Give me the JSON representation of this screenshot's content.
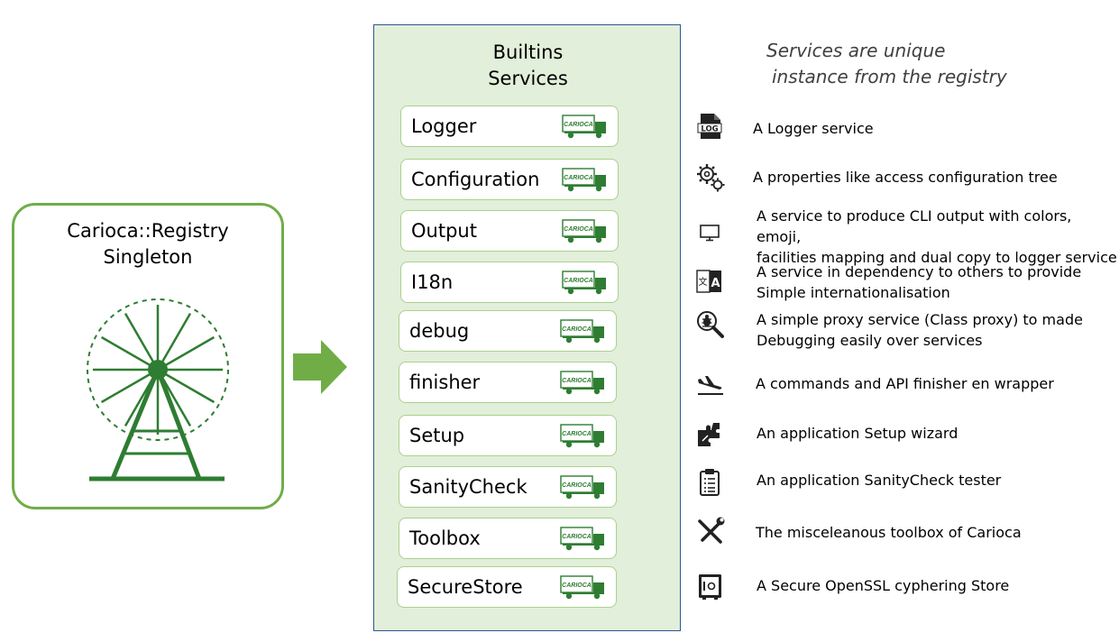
{
  "registry": {
    "title_line1": "Carioca::Registry",
    "title_line2": "Singleton",
    "truck_label": "CARIOCA"
  },
  "builtins": {
    "title_line1": "Builtins",
    "title_line2": "Services",
    "truck_label": "CARIOCA",
    "services": [
      "Logger",
      "Configuration",
      "Output",
      "I18n",
      "debug",
      "finisher",
      "Setup",
      "SanityCheck",
      "Toolbox",
      "SecureStore"
    ]
  },
  "descriptions": {
    "header_line1": "Services are unique",
    "header_line2": "instance from the registry",
    "items": [
      {
        "icon": "log-file-icon",
        "lines": [
          "A Logger service"
        ]
      },
      {
        "icon": "gears-icon",
        "lines": [
          "A properties like access configuration tree"
        ]
      },
      {
        "icon": "monitor-icon",
        "lines": [
          "A service to produce CLI output with colors, emoji,",
          "facilities mapping  and dual copy to logger service"
        ]
      },
      {
        "icon": "translate-icon",
        "lines": [
          "A service in dependency to others to provide",
          "Simple internationalisation"
        ]
      },
      {
        "icon": "bug-magnifier-icon",
        "lines": [
          "A simple proxy service (Class proxy) to made",
          "Debugging easily over services"
        ]
      },
      {
        "icon": "airplane-landing-icon",
        "lines": [
          "A commands and API finisher en wrapper"
        ]
      },
      {
        "icon": "puzzle-icon",
        "lines": [
          "An application Setup wizard"
        ]
      },
      {
        "icon": "clipboard-checklist-icon",
        "lines": [
          "An application SanityCheck  tester"
        ]
      },
      {
        "icon": "tools-icon",
        "lines": [
          "The misceleanous toolbox of Carioca"
        ]
      },
      {
        "icon": "safe-icon",
        "lines": [
          "A Secure OpenSSL cyphering Store"
        ]
      }
    ]
  },
  "colors": {
    "green_border": "#70ad47",
    "panel_fill": "#e2efda",
    "panel_border": "#2f5597",
    "truck_green": "#2e7d32",
    "arrow_green": "#70ad47"
  }
}
